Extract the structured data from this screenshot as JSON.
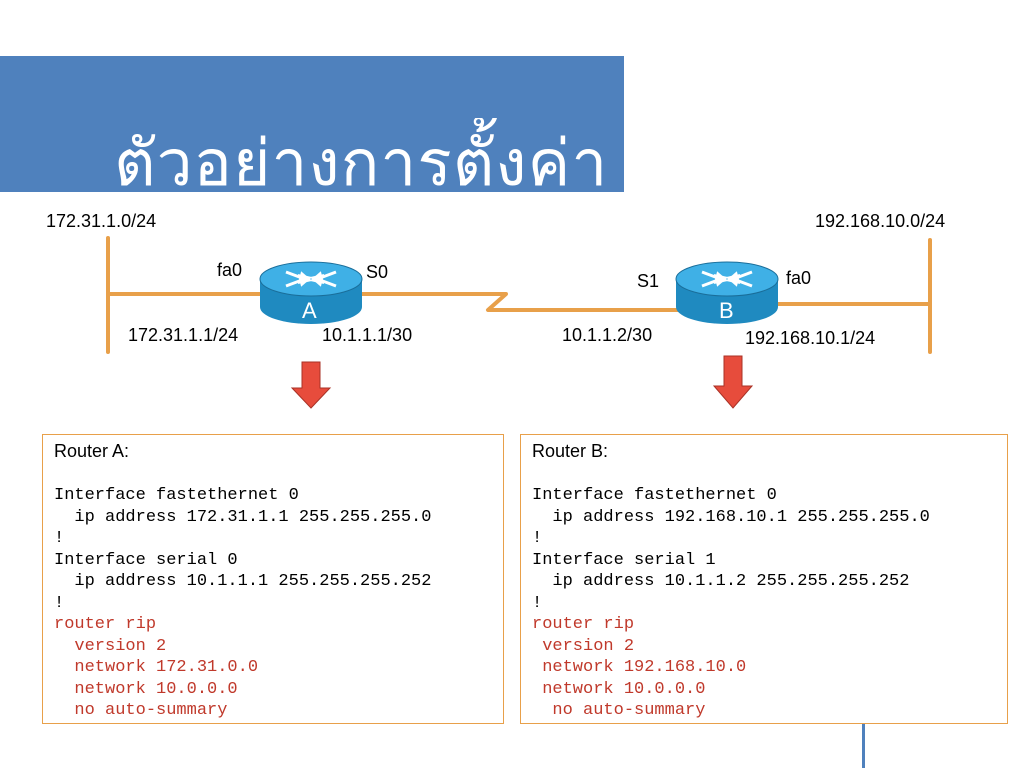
{
  "slide": {
    "title": "ตัวอย่างการตั้งค่า"
  },
  "network": {
    "left_lan": "172.31.1.0/24",
    "right_lan": "192.168.10.0/24",
    "router_a": {
      "letter": "A",
      "fa_label": "fa0",
      "serial_label": "S0",
      "fa_ip": "172.31.1.1/24",
      "serial_ip": "10.1.1.1/30"
    },
    "router_b": {
      "letter": "B",
      "fa_label": "fa0",
      "serial_label": "S1",
      "fa_ip": "192.168.10.1/24",
      "serial_ip": "10.1.1.2/30"
    }
  },
  "config_a": {
    "title": "Router A:",
    "lines": [
      "Interface fastethernet 0",
      "  ip address 172.31.1.1 255.255.255.0",
      "!",
      "Interface serial 0",
      "  ip address 10.1.1.1 255.255.255.252",
      "!"
    ],
    "rip_lines": [
      "router rip",
      "  version 2",
      "  network 172.31.0.0",
      "  network 10.0.0.0",
      "  no auto-summary"
    ]
  },
  "config_b": {
    "title": "Router B:",
    "lines": [
      "Interface fastethernet 0",
      "  ip address 192.168.10.1 255.255.255.0",
      "!",
      "Interface serial 1",
      "  ip address 10.1.1.2 255.255.255.252",
      "!"
    ],
    "rip_lines": [
      "router rip",
      " version 2",
      " network 192.168.10.0",
      " network 10.0.0.0",
      "  no auto-summary"
    ]
  },
  "colors": {
    "title_band": "#4f81bd",
    "link_orange": "#e8a04a",
    "arrow_red": "#e74c3c",
    "rip_red": "#c0392b",
    "router_blue": "#1f8ac0"
  },
  "icons": {
    "router": "router-icon",
    "arrow": "down-arrow-icon"
  }
}
